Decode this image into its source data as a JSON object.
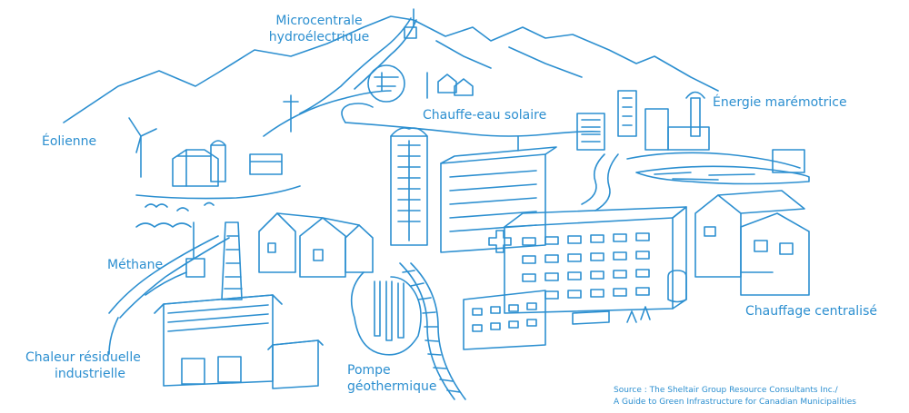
{
  "labels": {
    "microcentrale_line1": "Microcentrale",
    "microcentrale_line2": "hydroélectrique",
    "eolienne": "Éolienne",
    "chauffe_eau": "Chauffe-eau solaire",
    "energie_maremotrice": "Énergie marémotrice",
    "methane": "Méthane",
    "chaleur_line1": "Chaleur résiduelle",
    "chaleur_line2": "industrielle",
    "pompe_line1": "Pompe",
    "pompe_line2": "géothermique",
    "chauffage_centralise": "Chauffage centralisé"
  },
  "source": {
    "line1": "Source : The Sheltair Group Resource Consultants Inc./",
    "line2": "A Guide to Green Infrastructure for Canadian Municipalities"
  },
  "colors": {
    "line": "#2c8fd0",
    "background": "#ffffff"
  }
}
